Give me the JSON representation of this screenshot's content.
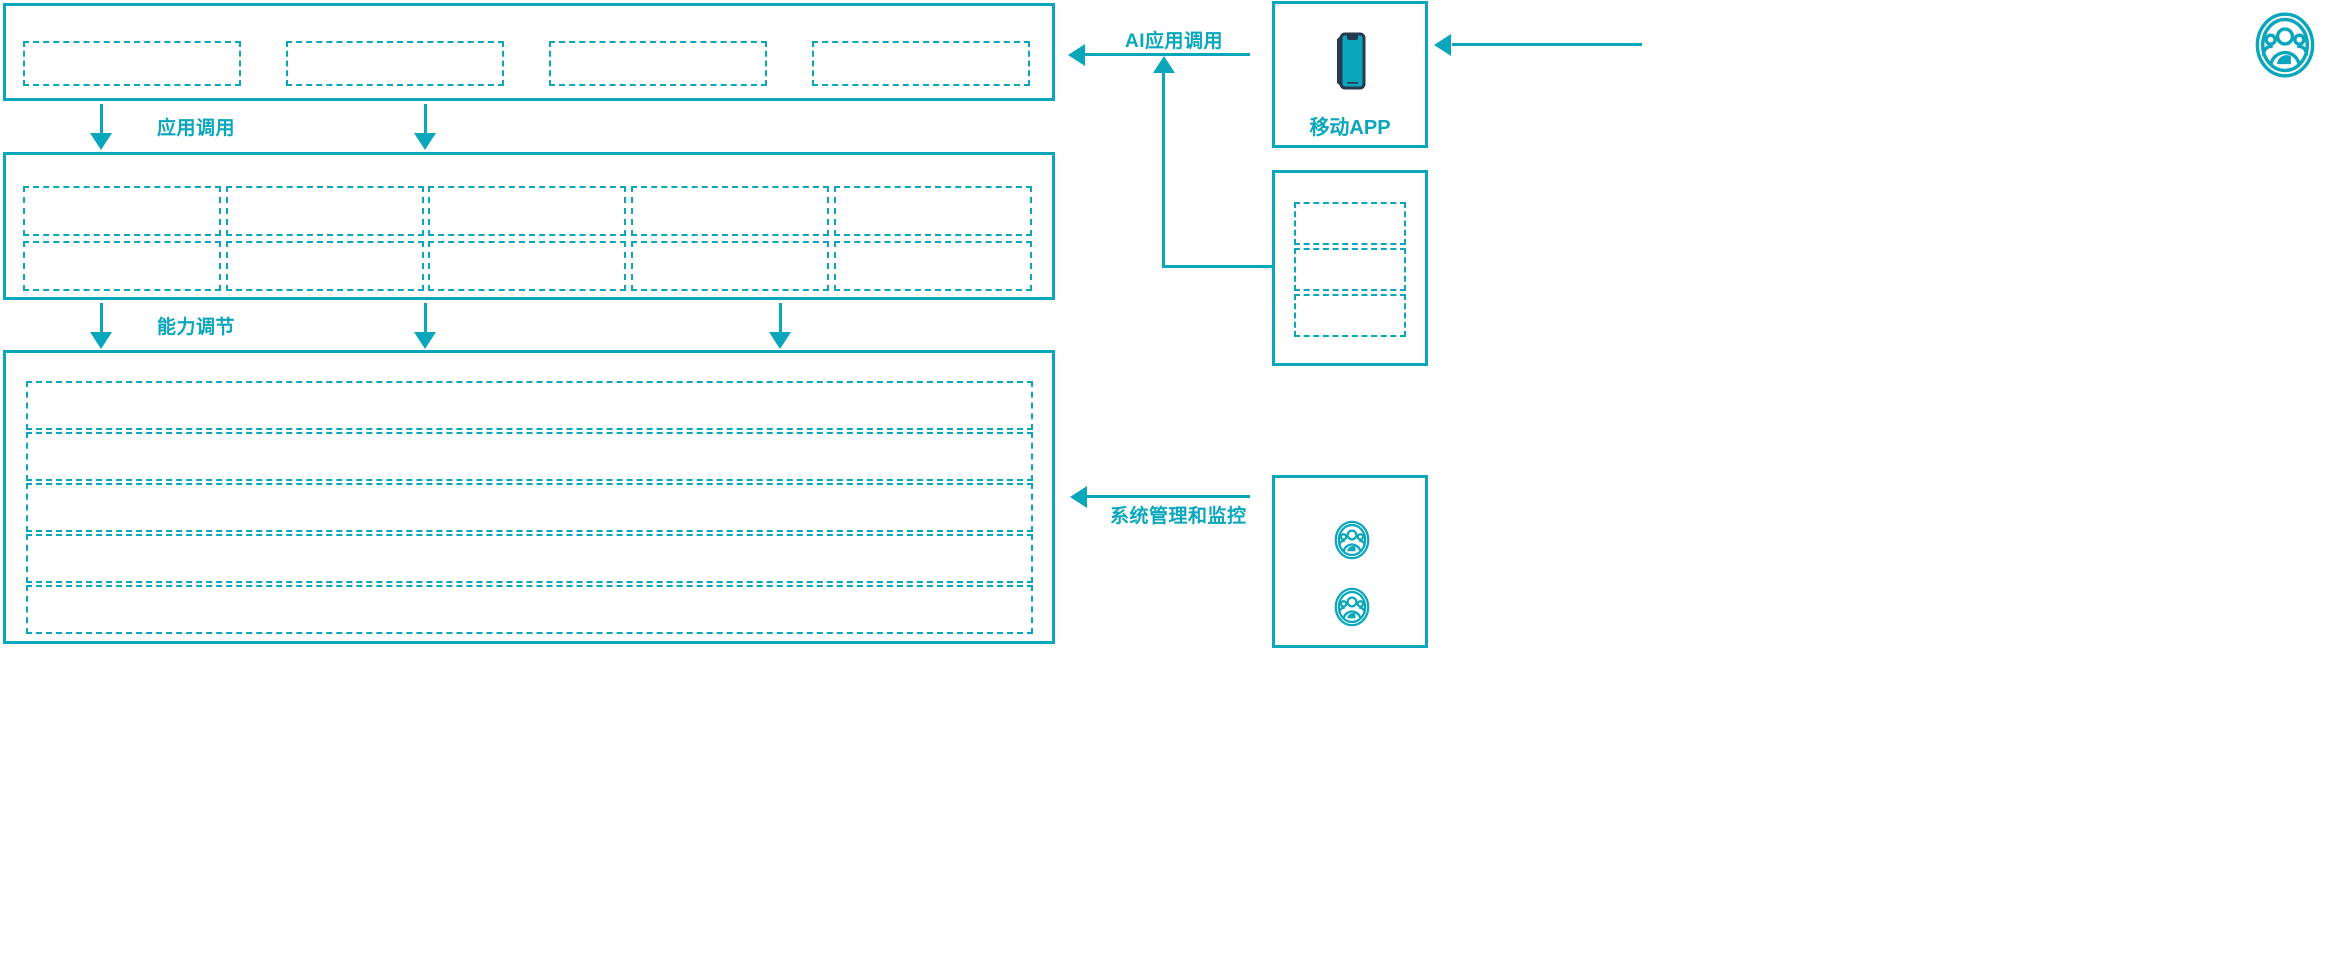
{
  "theme": {
    "accent": "#0AA6BC",
    "phone_outline": "#27384F",
    "background": "#FFFFFF"
  },
  "layers": {
    "application_layer": {
      "name": "application-layer-panel",
      "slots": [
        {
          "name": "app-slot-1",
          "label": ""
        },
        {
          "name": "app-slot-2",
          "label": ""
        },
        {
          "name": "app-slot-3",
          "label": ""
        },
        {
          "name": "app-slot-4",
          "label": ""
        }
      ]
    },
    "capability_layer": {
      "name": "capability-layer-panel",
      "columns": 5,
      "rows": 2,
      "slots": [
        {
          "name": "capability-slot-r1c1",
          "label": ""
        },
        {
          "name": "capability-slot-r1c2",
          "label": ""
        },
        {
          "name": "capability-slot-r1c3",
          "label": ""
        },
        {
          "name": "capability-slot-r1c4",
          "label": ""
        },
        {
          "name": "capability-slot-r1c5",
          "label": ""
        },
        {
          "name": "capability-slot-r2c1",
          "label": ""
        },
        {
          "name": "capability-slot-r2c2",
          "label": ""
        },
        {
          "name": "capability-slot-r2c3",
          "label": ""
        },
        {
          "name": "capability-slot-r2c4",
          "label": ""
        },
        {
          "name": "capability-slot-r2c5",
          "label": ""
        }
      ]
    },
    "platform_layer": {
      "name": "platform-layer-panel",
      "slots": [
        {
          "name": "platform-row-1",
          "label": ""
        },
        {
          "name": "platform-row-2",
          "label": ""
        },
        {
          "name": "platform-row-3",
          "label": ""
        },
        {
          "name": "platform-row-4",
          "label": ""
        },
        {
          "name": "platform-row-5",
          "label": ""
        }
      ]
    }
  },
  "flows": {
    "app_invoke": "应用调用",
    "capability_tune": "能力调节",
    "ai_app_invoke": "AI应用调用",
    "system_manage_monitor": "系统管理和监控"
  },
  "right": {
    "mobile_app": {
      "name": "mobile-app-panel",
      "caption": "移动APP",
      "icon": "mobile-phone-icon"
    },
    "secondary_panel": {
      "name": "secondary-client-panel",
      "slots": [
        {
          "name": "client-slot-1",
          "label": ""
        },
        {
          "name": "client-slot-2",
          "label": ""
        },
        {
          "name": "client-slot-3",
          "label": ""
        }
      ]
    },
    "operations_panel": {
      "name": "operations-panel",
      "icons": [
        {
          "name": "user-group-icon-1"
        },
        {
          "name": "user-group-icon-2"
        }
      ]
    },
    "external_user": {
      "name": "external-user-icon"
    }
  }
}
